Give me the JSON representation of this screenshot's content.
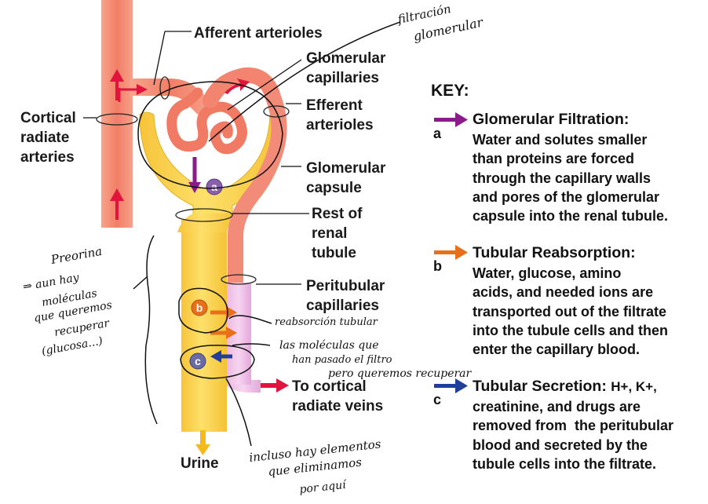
{
  "labels": {
    "afferent": "Afferent arterioles",
    "glomerular_capillaries": "Glomerular\ncapillaries",
    "efferent": "Efferent\narterioles",
    "cortical_radiate_arteries": "Cortical\nradiate\narteries",
    "glomerular_capsule": "Glomerular\ncapsule",
    "rest_renal_tubule": "Rest of\nrenal\ntubule",
    "peritubular": "Peritubular\ncapillaries",
    "to_cortical_veins": "To cortical\nradiate veins",
    "urine": "Urine"
  },
  "markers": {
    "a": "a",
    "b": "b",
    "c": "c"
  },
  "key": {
    "title": "KEY:",
    "filtration": {
      "letter": "a",
      "heading": "Glomerular Filtration:",
      "text": "Water and solutes smaller\nthan proteins are forced\nthrough the capillary walls\nand pores of the glomerular\ncapsule into the renal tubule.",
      "arrow_color": "#8b1a8b"
    },
    "reabsorption": {
      "letter": "b",
      "heading": "Tubular Reabsorption:",
      "text": "Water, glucose, amino\nacids, and needed ions are\ntransported out of the filtrate\ninto the tubule cells and then\nenter the capillary blood.",
      "arrow_color": "#e8701a"
    },
    "secretion": {
      "letter": "c",
      "heading": "Tubular Secretion:",
      "heading_ions": "H+, K+,",
      "text": "creatinine, and drugs are\nremoved from  the peritubular\nblood and secreted by the\ntubule cells into the filtrate.",
      "arrow_color": "#1f3f9a"
    }
  },
  "handwriting": {
    "top_right_1": "filtración",
    "top_right_2": "glomerular",
    "left_1": "Preorina",
    "left_2": "⇒ aun hay",
    "left_3": "moléculas",
    "left_4": "que queremos",
    "left_5": "recuperar",
    "left_6": "(glucosa...)",
    "reabsorption_note": "reabsorción tubular",
    "molecules_1": "las moléculas que",
    "molecules_2": "han pasado el filtro",
    "molecules_3": "pero queremos recuperar",
    "bottom_1": "incluso hay elementos",
    "bottom_2": "que eliminamos",
    "bottom_3": "por aquí"
  },
  "colors": {
    "artery": "#f08a72",
    "artery_light": "#f6a58f",
    "tubule": "#fbd54a",
    "tubule_dark": "#e9b81f",
    "peritubular": "#e9b6e2",
    "red_arrow": "#e0143c"
  }
}
